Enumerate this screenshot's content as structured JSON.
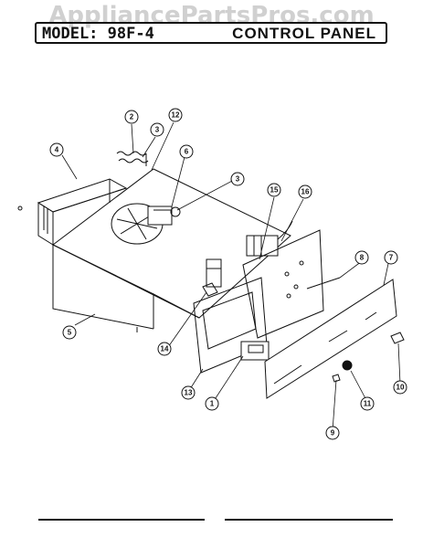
{
  "header": {
    "model_label": "MODEL: 98F-4",
    "section_title": "CONTROL PANEL"
  },
  "watermark": "AppliancePartsPros.com",
  "callouts": [
    "1",
    "2",
    "3",
    "3",
    "4",
    "5",
    "6",
    "7",
    "8",
    "9",
    "10",
    "11",
    "12",
    "13",
    "14",
    "15",
    "16"
  ],
  "colors": {
    "ink": "#111111",
    "watermark": "#aaaaaa",
    "paper": "#ffffff"
  }
}
